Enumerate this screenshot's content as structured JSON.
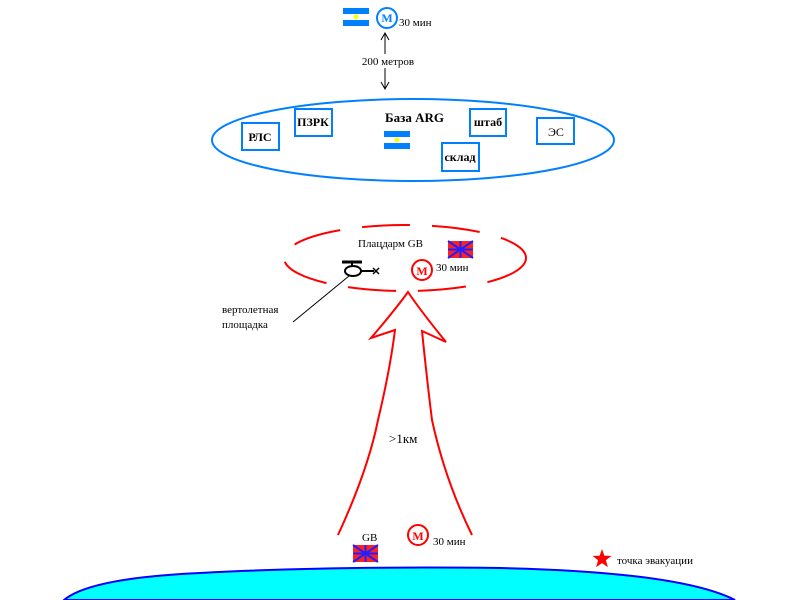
{
  "colors": {
    "arg_blue": "#0080ff",
    "gb_red": "#ff0000",
    "flag_red": "#ff2020",
    "flag_blue": "#2020ff",
    "sea_fill": "#00ffff",
    "sea_stroke": "#0000ff",
    "sun": "#ffff00"
  },
  "arg_outpost": {
    "marker_letter": "М",
    "marker_time": "30 мин"
  },
  "distance_label": "200 метров",
  "arg_base": {
    "title": "База ARG",
    "units": [
      {
        "id": "rls",
        "label": "РЛС"
      },
      {
        "id": "pzrk",
        "label": "ПЗРК"
      },
      {
        "id": "shtab",
        "label": "штаб"
      },
      {
        "id": "es",
        "label": "ЭС"
      },
      {
        "id": "sklad",
        "label": "склад"
      }
    ]
  },
  "gb_bridgehead": {
    "title": "Плацдарм GB",
    "marker_letter": "М",
    "marker_time": "30 мин",
    "helipad_label_line1": "вертолетная",
    "helipad_label_line2": "площадка"
  },
  "advance_distance": ">1км",
  "gb_landing": {
    "label": "GB",
    "marker_letter": "М",
    "marker_time": "30 мин"
  },
  "evacuation": {
    "label": "точка эвакуации"
  }
}
